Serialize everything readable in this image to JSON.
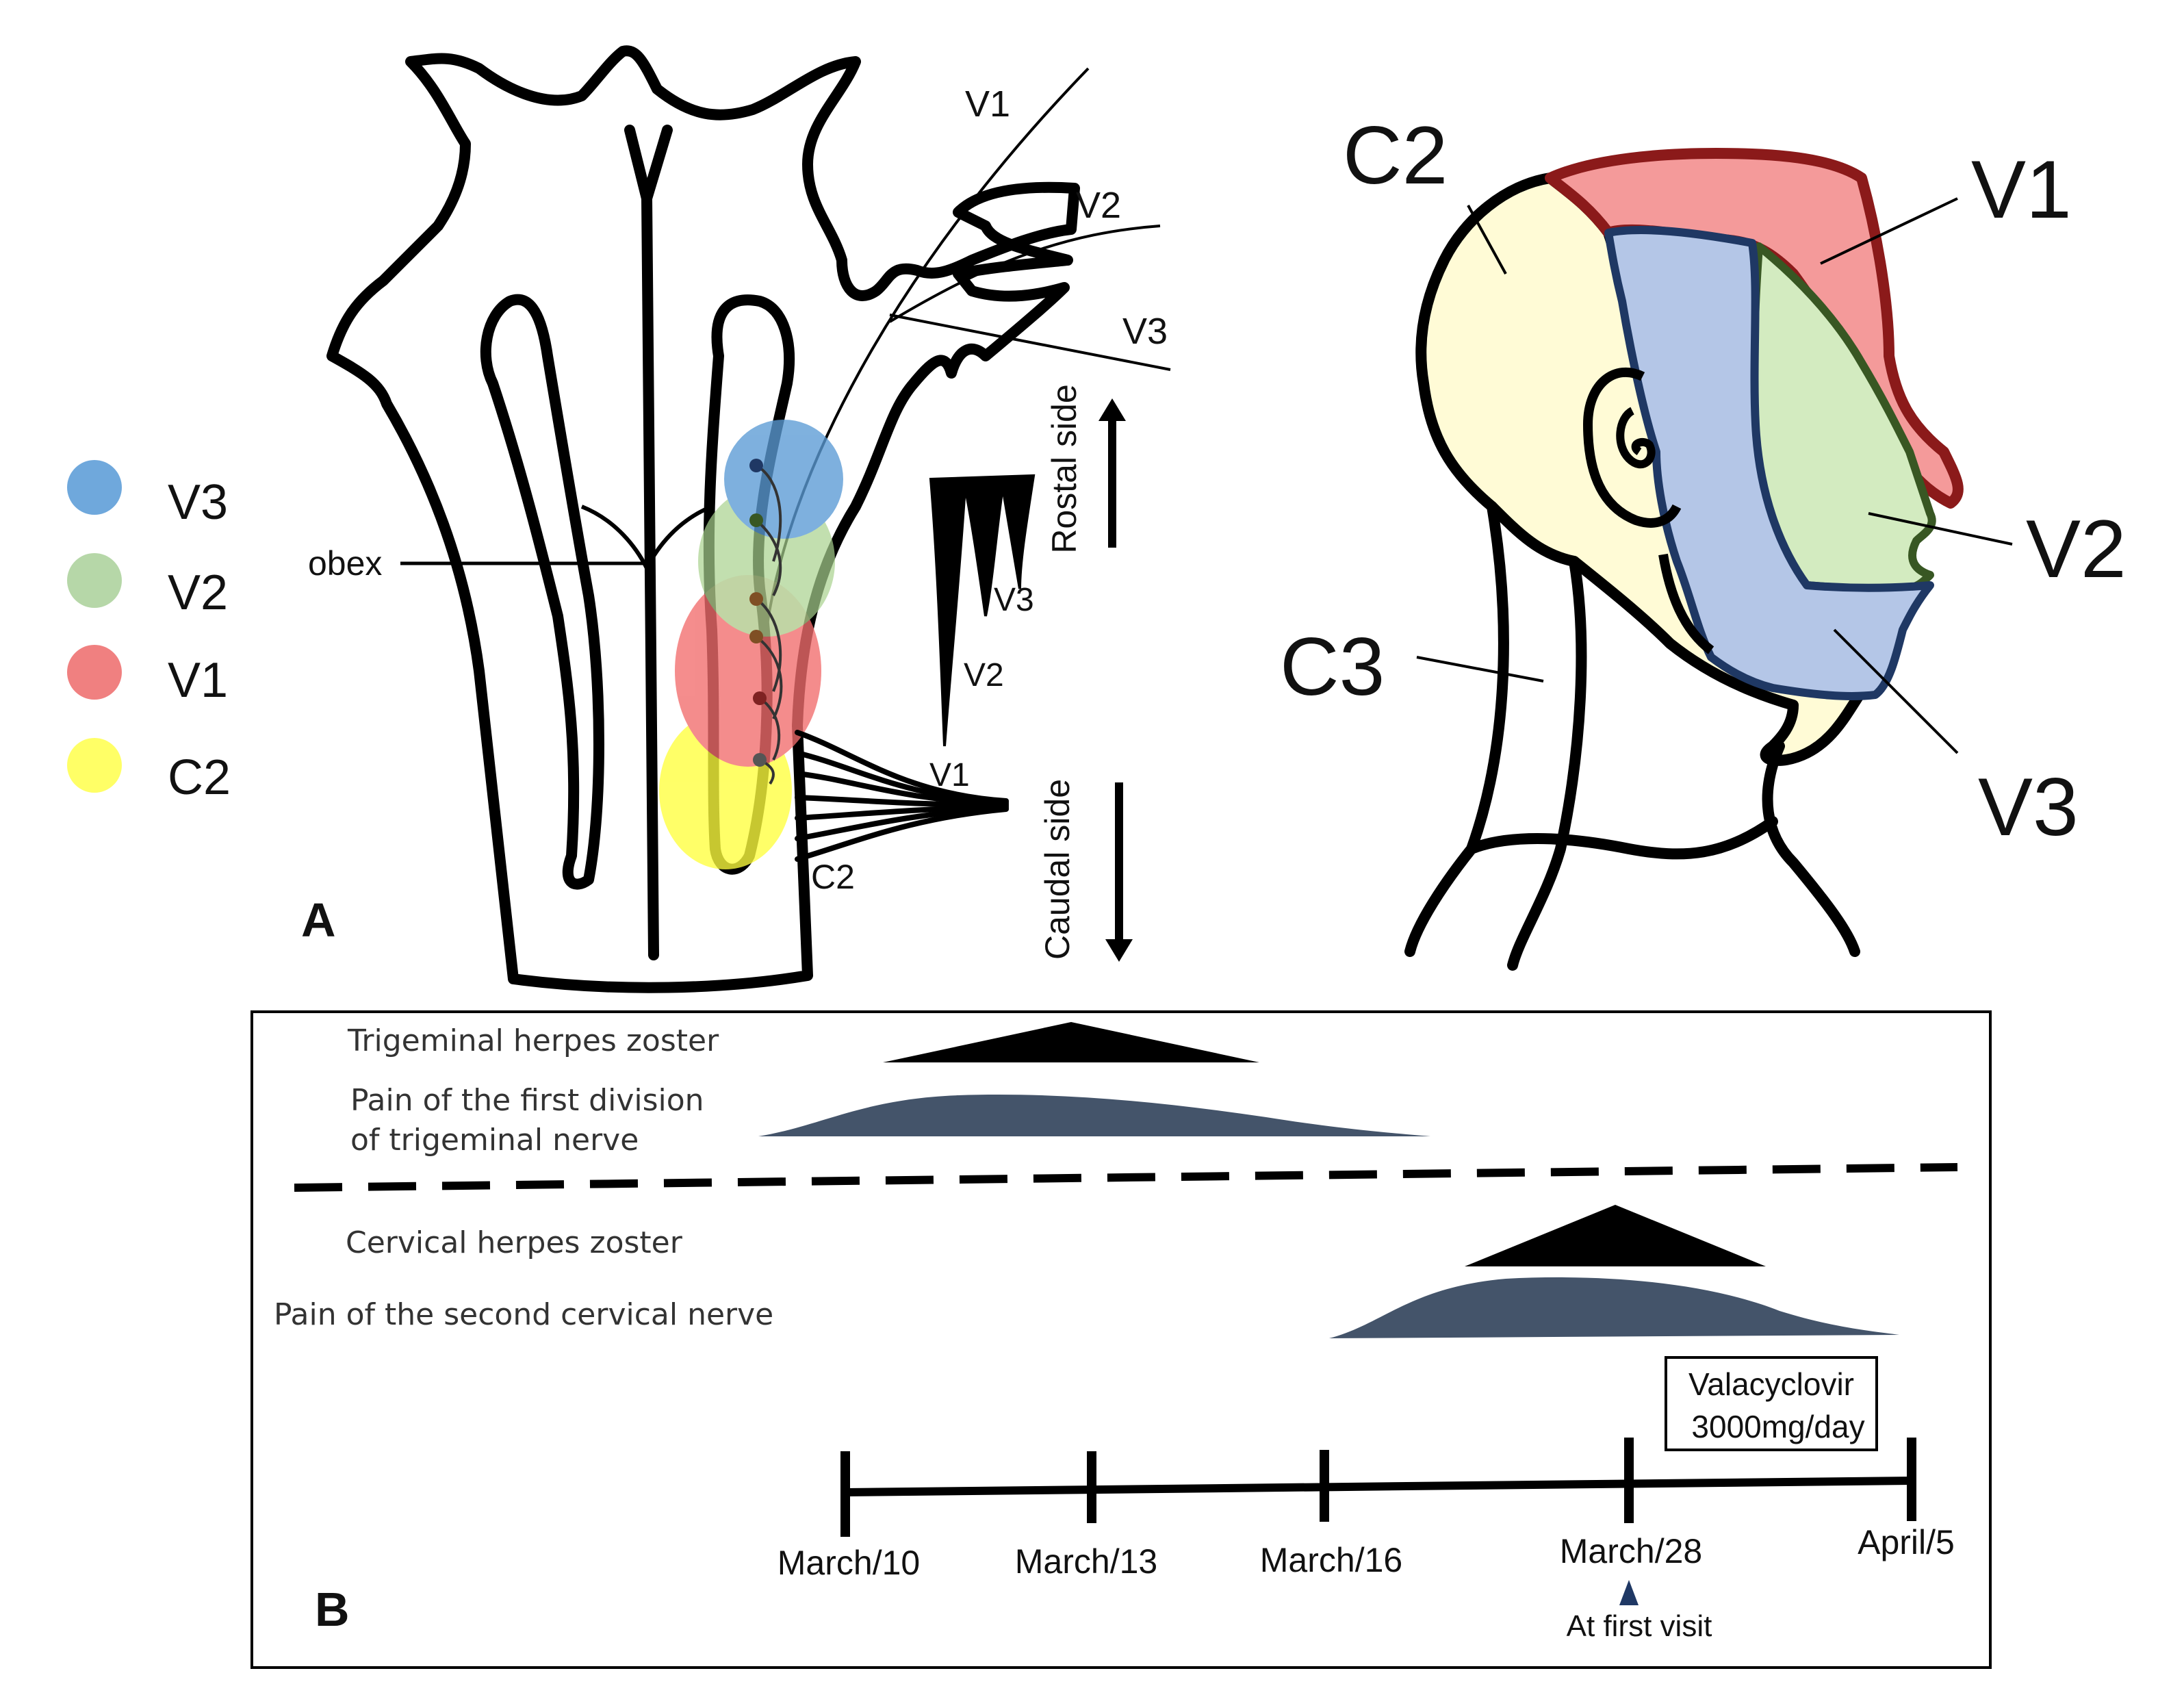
{
  "panel_a": {
    "panel_label": "A",
    "legend": [
      {
        "label": "V3",
        "color": "#6fa8dc"
      },
      {
        "label": "V2",
        "color": "#b6d7a8"
      },
      {
        "label": "V1",
        "color": "#f08080"
      },
      {
        "label": "C2",
        "color": "#ffff66"
      }
    ],
    "brainstem": {
      "nerve_labels": [
        "V1",
        "V2",
        "V3"
      ],
      "obex_label": "obex",
      "wedge_labels": [
        "V3",
        "V2",
        "V1"
      ],
      "c2_label": "C2",
      "rostral_label": "Rostal side",
      "caudal_label": "Caudal side"
    },
    "head": {
      "labels": {
        "c2": "C2",
        "c3": "C3",
        "v1": "V1",
        "v2": "V2",
        "v3": "V3"
      },
      "colors": {
        "c2": "#fffbd6",
        "v1": "#f49a9a",
        "v1_border": "#8b1a1a",
        "v2": "#d3ebc0",
        "v3": "#b4c6e7",
        "v3_border": "#1f3864"
      }
    }
  },
  "panel_b": {
    "panel_label": "B",
    "rows": {
      "trigeminal_zoster": "Trigeminal herpes zoster",
      "pain_v1_line1": "Pain of the first division",
      "pain_v1_line2": "of trigeminal nerve",
      "cervical_zoster": "Cervical herpes zoster",
      "pain_c2": "Pain of the second cervical nerve"
    },
    "treatment_line1": "Valacyclovir",
    "treatment_line2": "3000mg/day",
    "timeline_dates": [
      "March/10",
      "March/13",
      "March/16",
      "March/28",
      "April/5"
    ],
    "first_visit_label": "At first visit",
    "colors": {
      "zoster": "#000000",
      "pain": "#44546a"
    }
  }
}
